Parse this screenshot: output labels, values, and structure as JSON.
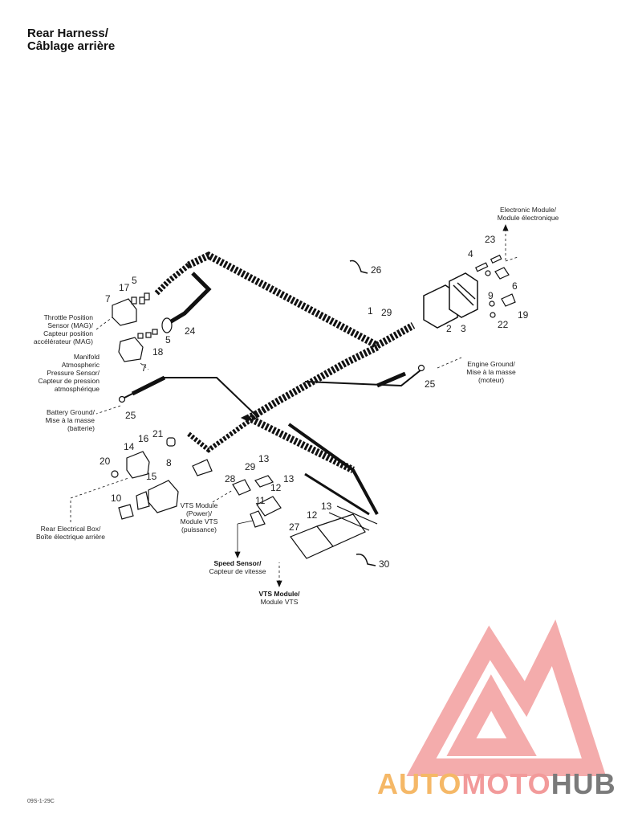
{
  "title": {
    "line1": "Rear Harness/",
    "line2": "Câblage arrière"
  },
  "labels": {
    "electronic_module": [
      "Electronic Module/",
      "Module électronique"
    ],
    "throttle_sensor": [
      "Throttle Position",
      "Sensor (MAG)/",
      "Capteur position",
      "accélérateur (MAG)"
    ],
    "manifold_sensor": [
      "Manifold",
      "Atmospheric",
      "Pressure Sensor/",
      "Capteur de pression",
      "atmosphérique"
    ],
    "engine_ground": [
      "Engine Ground/",
      "Mise à la masse",
      "(moteur)"
    ],
    "battery_ground": [
      "Battery Ground/",
      "Mise à la masse",
      "(batterie)"
    ],
    "vts_power": [
      "VTS Module",
      "(Power)/",
      "Module VTS",
      "(puissance)"
    ],
    "rear_box": [
      "Rear Electrical Box/",
      "Boîte électrique arrière"
    ],
    "speed_sensor": [
      "Speed Sensor/",
      "Capteur de vitesse"
    ],
    "vts_module": [
      "VTS Module/",
      "Module VTS"
    ]
  },
  "part_numbers": [
    {
      "id": "n26",
      "text": "26"
    },
    {
      "id": "n23",
      "text": "23"
    },
    {
      "id": "n4",
      "text": "4"
    },
    {
      "id": "n6a",
      "text": "6"
    },
    {
      "id": "n5a",
      "text": "5"
    },
    {
      "id": "n17",
      "text": "17"
    },
    {
      "id": "n7a",
      "text": "7"
    },
    {
      "id": "n1",
      "text": "1"
    },
    {
      "id": "n29a",
      "text": "29"
    },
    {
      "id": "n9",
      "text": "9"
    },
    {
      "id": "n19",
      "text": "19"
    },
    {
      "id": "n22",
      "text": "22"
    },
    {
      "id": "n2",
      "text": "2"
    },
    {
      "id": "n3",
      "text": "3"
    },
    {
      "id": "n24",
      "text": "24"
    },
    {
      "id": "n5b",
      "text": "5"
    },
    {
      "id": "n18",
      "text": "18"
    },
    {
      "id": "n7b",
      "text": "7"
    },
    {
      "id": "n25a",
      "text": "25"
    },
    {
      "id": "n25b",
      "text": "25"
    },
    {
      "id": "n14",
      "text": "14"
    },
    {
      "id": "n16",
      "text": "16"
    },
    {
      "id": "n21",
      "text": "21"
    },
    {
      "id": "n20",
      "text": "20"
    },
    {
      "id": "n8",
      "text": "8"
    },
    {
      "id": "n15",
      "text": "15"
    },
    {
      "id": "n10",
      "text": "10"
    },
    {
      "id": "n13a",
      "text": "13"
    },
    {
      "id": "n29b",
      "text": "29"
    },
    {
      "id": "n28",
      "text": "28"
    },
    {
      "id": "n12a",
      "text": "12"
    },
    {
      "id": "n13b",
      "text": "13"
    },
    {
      "id": "n11",
      "text": "11"
    },
    {
      "id": "n13c",
      "text": "13"
    },
    {
      "id": "n12b",
      "text": "12"
    },
    {
      "id": "n27",
      "text": "27"
    },
    {
      "id": "n30",
      "text": "30"
    }
  ],
  "drawing_code": "09S-1-29C",
  "watermark": {
    "part1": "AUTO",
    "part2": "MOTO",
    "part3": "HUB"
  }
}
